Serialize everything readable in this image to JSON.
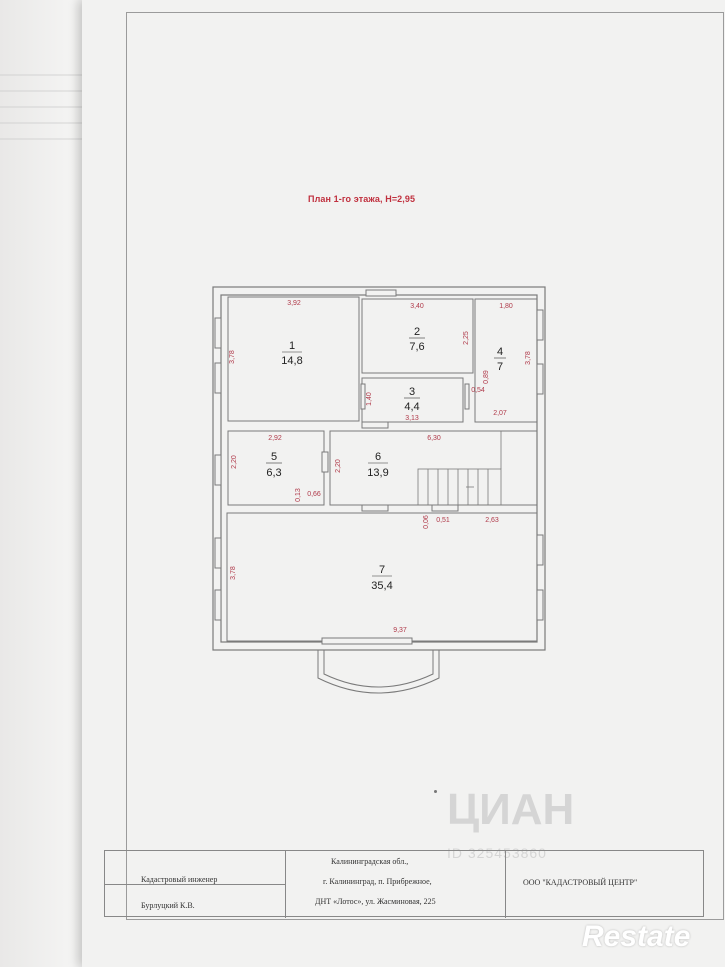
{
  "plan": {
    "title": "План 1-го этажа, Н=2,95",
    "rooms": [
      {
        "number": "1",
        "area": "14,8"
      },
      {
        "number": "2",
        "area": "7,6"
      },
      {
        "number": "3",
        "area": "4,4"
      },
      {
        "number": "4",
        "area": "7"
      },
      {
        "number": "5",
        "area": "6,3"
      },
      {
        "number": "6",
        "area": "13,9"
      },
      {
        "number": "7",
        "area": "35,4"
      }
    ],
    "dimensions": {
      "d1_top": "3,92",
      "d1_side": "3,78",
      "d2_top": "3,40",
      "d2_side": "2,25",
      "d3_side": "1,40",
      "d3_bottom": "3,13",
      "d4_top": "1,80",
      "d4_side": "3,78",
      "d4_bottom": "2,07",
      "d4_a": "0,54",
      "d4_b": "0,89",
      "d5_top": "2,92",
      "d5_side": "2,20",
      "d5_a": "0,13",
      "d5_b": "0,66",
      "d6_top": "6,30",
      "d6_side": "2,20",
      "d7_a": "0,06",
      "d7_b": "0,51",
      "d7_c": "2,63",
      "d7_side": "3,78",
      "d7_bottom": "9,37"
    }
  },
  "stamp": {
    "engineer_title": "Кадастровый инженер",
    "engineer_name": "Бурлуцкий К.В.",
    "address_line1": "Калининградская обл.,",
    "address_line2": "г. Калининград, п. Прибрежное,",
    "address_line3": "ДНТ «Лотос», ул. Жасминовая, 225",
    "company": "ООО \"КАДАСТРОВЫЙ ЦЕНТР\""
  },
  "watermarks": {
    "cian_logo": "ЦИАН",
    "cian_id": "ID 325453860",
    "restate": "Restate"
  },
  "colors": {
    "dimension": "#b03a4a",
    "title": "#c0303e",
    "wall": "#777777"
  }
}
